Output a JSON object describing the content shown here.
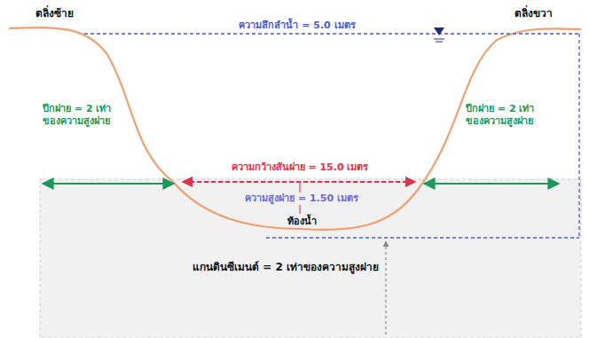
{
  "diagram": {
    "nodes": [
      {
        "text": [
          "แกนดินซีเมนต์ = 2 เท่าของความสูงฝาย"
        ]
      }
    ],
    "labels": [
      "ตลิ่งซ้าย",
      "ความลึกลำน้ำ = 5.0 เมตร",
      "ตลิ่งขวา",
      "ปีกฝาย = 2 เท่าของความสูงฝาย",
      "ปีกฝาย = 2 เท่าของความสูงฝาย",
      "ความกว้างสันฝาย = 15.0 เมตร",
      "ความสูงฝาย = 1.50 เมตร",
      "ท้องน้ำ"
    ]
  }
}
